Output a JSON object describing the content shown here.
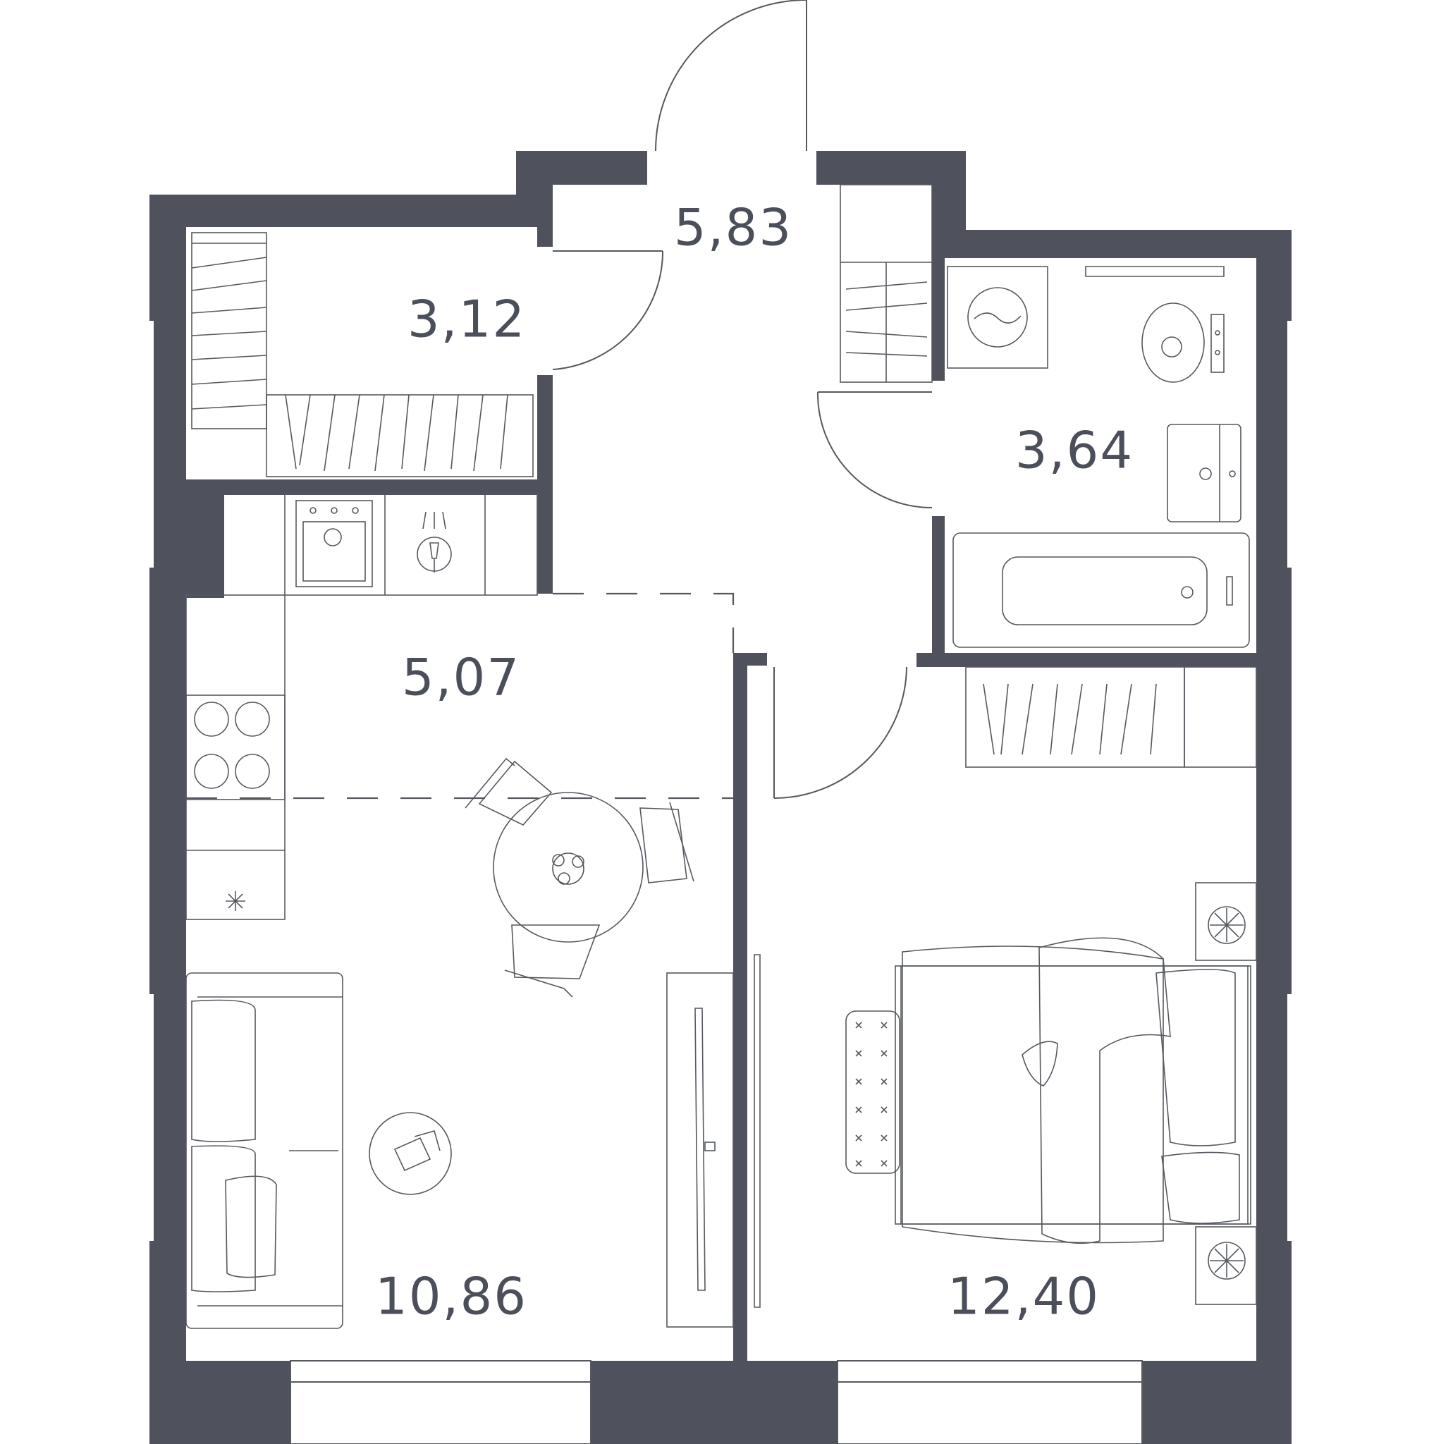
{
  "colors": {
    "wall": "#4f525c",
    "line": "#55595f",
    "label": "#4b4f5a"
  },
  "rooms": [
    {
      "id": "wardrobe",
      "area": "3,12"
    },
    {
      "id": "hall",
      "area": "5,83"
    },
    {
      "id": "bathroom",
      "area": "3,64"
    },
    {
      "id": "kitchen",
      "area": "5,07"
    },
    {
      "id": "living",
      "area": "10,86"
    },
    {
      "id": "bedroom",
      "area": "12,40"
    }
  ]
}
